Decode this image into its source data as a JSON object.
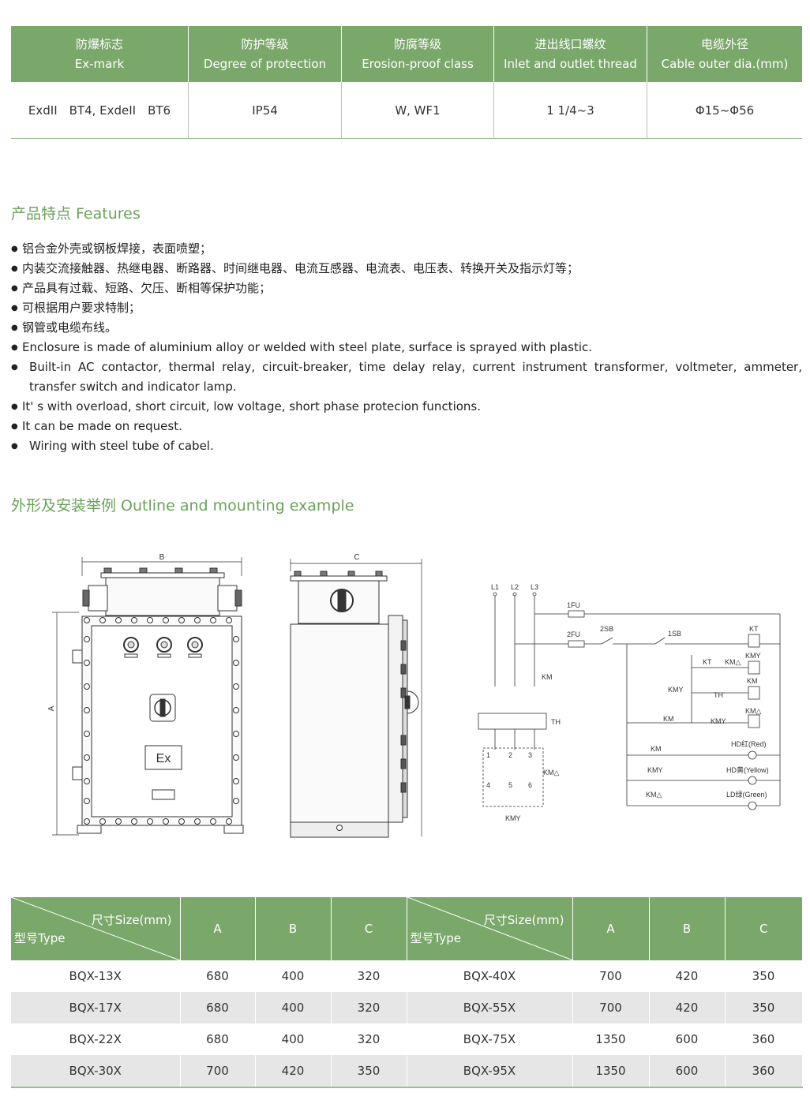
{
  "spec_table": {
    "headers": [
      {
        "cn": "防爆标志",
        "en": "Ex-mark"
      },
      {
        "cn": "防护等级",
        "en": "Degree of protection"
      },
      {
        "cn": "防腐等级",
        "en": "Erosion-proof class"
      },
      {
        "cn": "进出线口螺纹",
        "en": "Inlet and outlet thread"
      },
      {
        "cn": "电缆外径",
        "en": "Cable outer dia.(mm)"
      }
    ],
    "values": [
      "ExdII　BT4, ExdeII　BT6",
      "IP54",
      "W, WF1",
      "1 1/4~3",
      "Φ15~Φ56"
    ]
  },
  "features": {
    "title": "产品特点 Features",
    "items": [
      "铝合金外壳或钢板焊接，表面喷塑；",
      "内装交流接触器、热继电器、断路器、时间继电器、电流互感器、电流表、电压表、转换开关及指示灯等；",
      "产品具有过载、短路、欠压、断相等保护功能；",
      "可根据用户要求特制；",
      "钢管或电缆布线。",
      "Enclosure is made of aluminium alloy or welded with steel plate, surface is sprayed with plastic.",
      "Built-in AC contactor, thermal relay, circuit-breaker, time delay relay, current instrument transformer, voltmeter, ammeter, transfer switch and indicator lamp.",
      "It' s with overload, short circuit, low voltage, short phase protecion functions.",
      "It can be made on request.",
      "Wiring with steel tube of cabel."
    ]
  },
  "outline": {
    "title": "外形及安装举例 Outline and mounting example",
    "dims": {
      "a": "A",
      "b": "B",
      "c": "C"
    },
    "front_label": "Ex",
    "circuit": {
      "phases": [
        "L1",
        "L2",
        "L3"
      ],
      "terminals": [
        "1",
        "2",
        "3",
        "4",
        "5",
        "6"
      ],
      "labels": {
        "fu1": "1FU",
        "fu2": "2FU",
        "sb2": "2SB",
        "sb1": "1SB",
        "kt": "KT",
        "kmy": "KMY",
        "km": "KM",
        "kmd": "KM△",
        "th": "TH",
        "hd_red": "HD红(Red)",
        "hd_yellow": "HD黄(Yellow)",
        "ld_green": "LD绿(Green)"
      }
    }
  },
  "size_table": {
    "diag_top": "尺寸Size(mm)",
    "diag_bottom": "型号Type",
    "cols": [
      "A",
      "B",
      "C"
    ],
    "rows": [
      [
        "BQX-13X",
        "680",
        "400",
        "320",
        "BQX-40X",
        "700",
        "420",
        "350"
      ],
      [
        "BQX-17X",
        "680",
        "400",
        "320",
        "BQX-55X",
        "700",
        "420",
        "350"
      ],
      [
        "BQX-22X",
        "680",
        "400",
        "320",
        "BQX-75X",
        "1350",
        "600",
        "360"
      ],
      [
        "BQX-30X",
        "700",
        "420",
        "350",
        "BQX-95X",
        "1350",
        "600",
        "360"
      ]
    ]
  }
}
